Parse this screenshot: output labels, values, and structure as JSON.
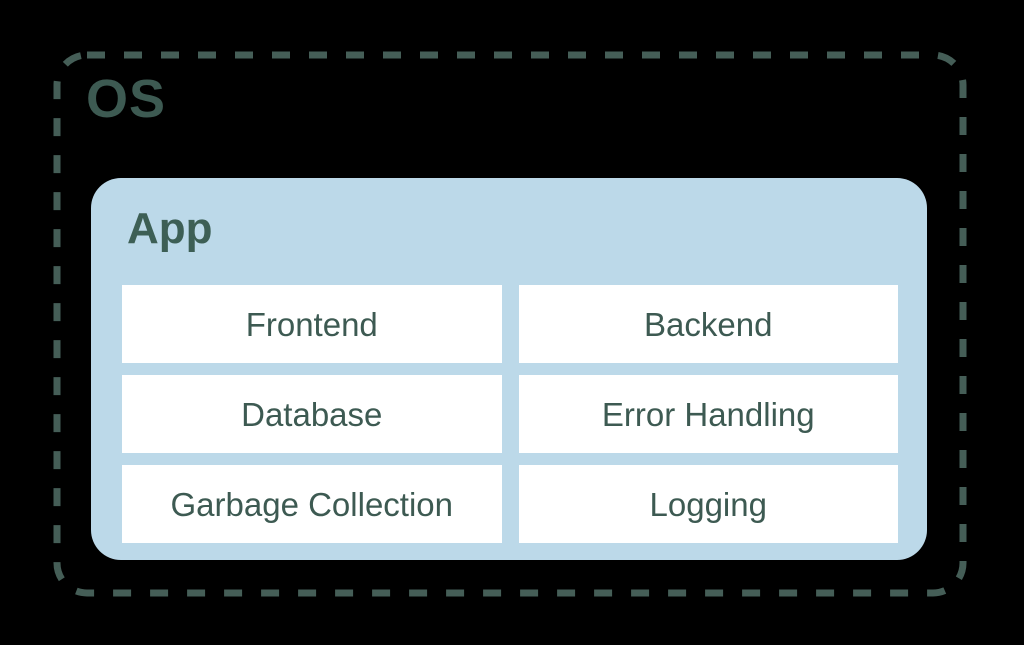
{
  "diagram": {
    "os": {
      "label": "OS"
    },
    "app": {
      "label": "App",
      "components": [
        "Frontend",
        "Backend",
        "Database",
        "Error Handling",
        "Garbage Collection",
        "Logging"
      ]
    },
    "colors": {
      "background": "#000000",
      "dashed_border": "#455e57",
      "label_text": "#3d5a52",
      "app_fill": "#bcd9e9",
      "component_fill": "#ffffff"
    }
  }
}
